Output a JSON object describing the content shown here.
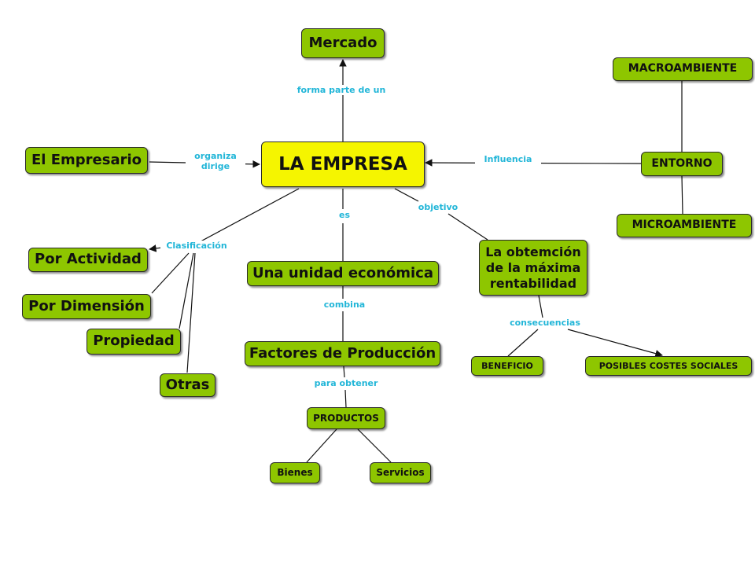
{
  "colors": {
    "node_fill": "#8ec600",
    "center_fill": "#f5f500",
    "link_label": "#22b6d8",
    "line": "#111111"
  },
  "nodes": {
    "empresa": "LA EMPRESA",
    "mercado": "Mercado",
    "empresario": "El Empresario",
    "macroambiente": "MACROAMBIENTE",
    "entorno": "ENTORNO",
    "microambiente": "MICROAMBIENTE",
    "por_actividad": "Por Actividad",
    "por_dimension": "Por Dimensión",
    "propiedad": "Propiedad",
    "otras": "Otras",
    "unidad": "Una unidad económica",
    "factores": "Factores de Producción",
    "productos": "PRODUCTOS",
    "bienes": "Bienes",
    "servicios": "Servicios",
    "obtemcion": "La obtemción\nde la máxima\nrentabilidad",
    "beneficio": "BENEFICIO",
    "costes": "POSIBLES COSTES SOCIALES"
  },
  "links": {
    "forma_parte": "forma parte de un",
    "organiza": "organiza\ndirige",
    "influencia": "Influencia",
    "clasificacion": "Clasificación",
    "es": "es",
    "objetivo": "objetivo",
    "combina": "combina",
    "para_obtener": "para obtener",
    "consecuencias": "consecuencias"
  }
}
